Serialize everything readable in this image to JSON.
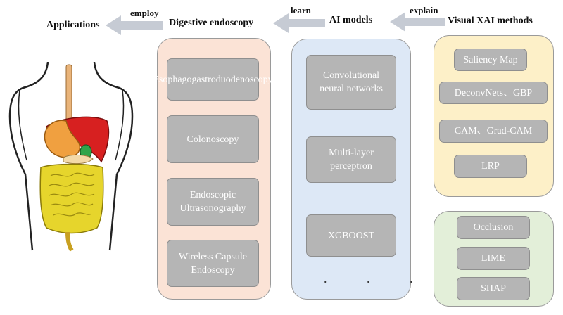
{
  "headers": {
    "applications": "Applications",
    "endoscopy": "Digestive endoscopy",
    "models": "AI models",
    "xai": "Visual XAI methods"
  },
  "verbs": {
    "employ": "employ",
    "learn": "learn",
    "explain": "explain"
  },
  "endoscopy_items": [
    "Esophagogastroduodenoscopy",
    "Colonoscopy",
    "Endoscopic Ultrasonography",
    "Wireless Capsule Endoscopy"
  ],
  "model_items": [
    "Convolutional neural networks",
    "Multi-layer perceptron",
    "XGBOOST"
  ],
  "model_more": ". . .",
  "xai_group1": [
    "Saliency Map",
    "DeconvNets、GBP",
    "CAM、Grad-CAM",
    "LRP"
  ],
  "xai_group2": [
    "Occlusion",
    "LIME",
    "SHAP"
  ],
  "colors": {
    "endoscopy_panel": "#fbe3d6",
    "models_panel": "#dde8f6",
    "xai_group1_panel": "#fdf0c8",
    "xai_group2_panel": "#e3efd9",
    "box_fill": "#b5b5b5",
    "arrow": "#c6cbd4"
  },
  "illustration": "human-torso-digestive-system"
}
